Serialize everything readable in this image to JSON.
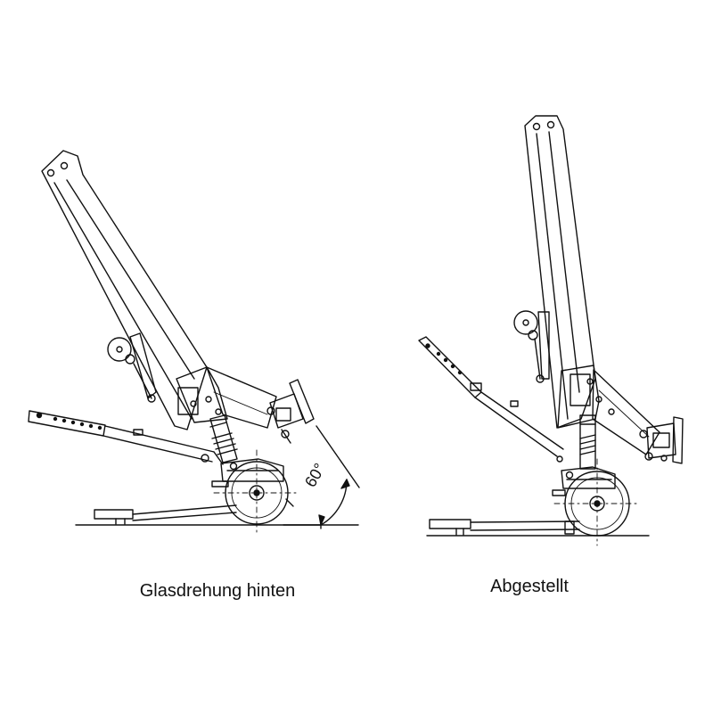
{
  "figures": [
    {
      "caption": "Glasdrehung hinten",
      "angle_label": "60°"
    },
    {
      "caption": "Abgestellt"
    }
  ],
  "colors": {
    "line": "#111111",
    "background": "#ffffff"
  }
}
